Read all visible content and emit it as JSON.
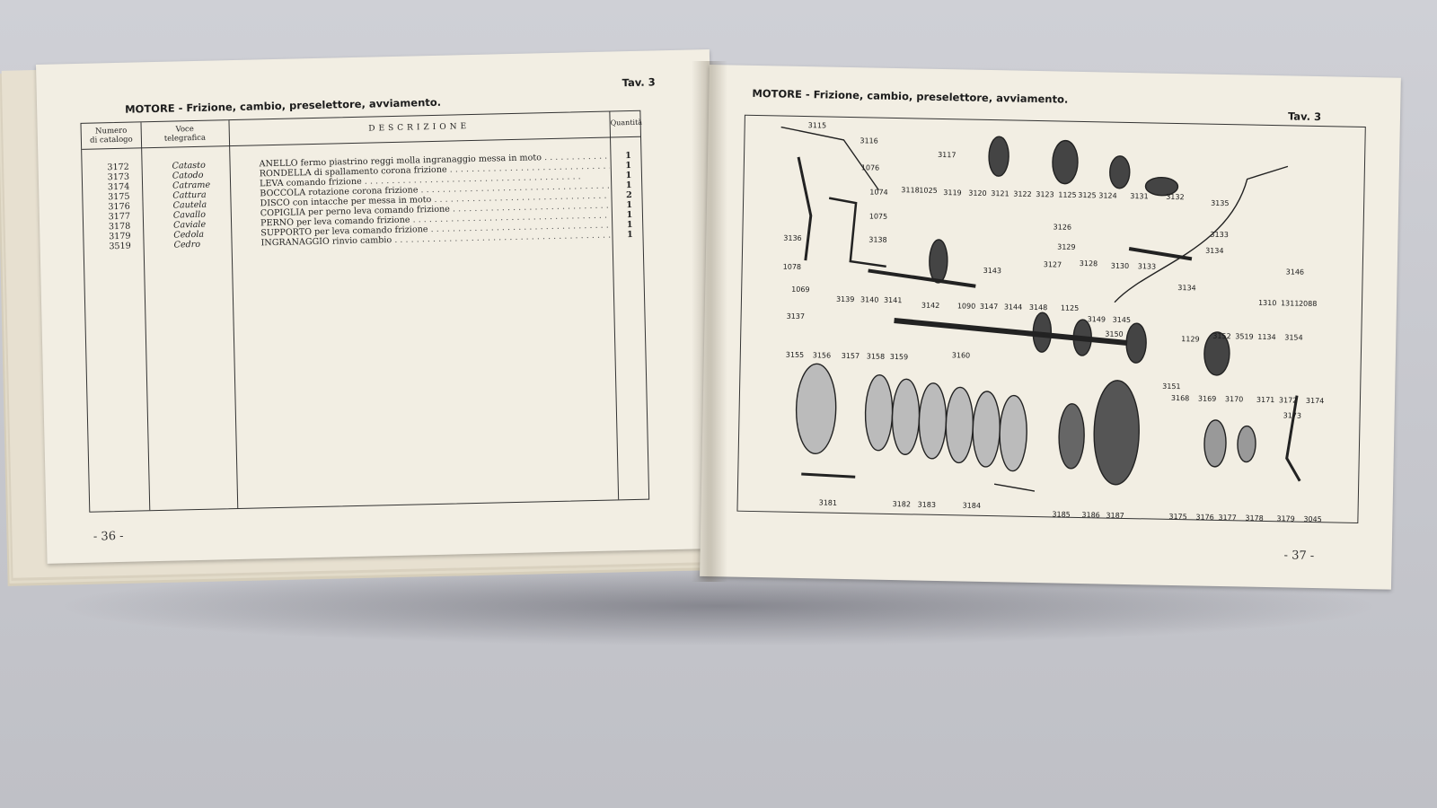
{
  "left_page": {
    "header": "MOTORE - Frizione, cambio, preselettore, avviamento.",
    "tav": "Tav. 3",
    "columns": {
      "numero": "Numero\ndi catalogo",
      "voce": "Voce\ntelegrafica",
      "descrizione": "DESCRIZIONE",
      "quantita": "Quantità"
    },
    "rows": [
      {
        "num": "3172",
        "voce": "Catasto",
        "desc": "ANELLO fermo piastrino reggi molla ingranaggio messa in moto",
        "qty": "1"
      },
      {
        "num": "3173",
        "voce": "Catodo",
        "desc": "RONDELLA di spallamento corona frizione",
        "qty": "1"
      },
      {
        "num": "3174",
        "voce": "Catrame",
        "desc": "LEVA comando frizione",
        "qty": "1"
      },
      {
        "num": "3175",
        "voce": "Cattura",
        "desc": "BOCCOLA rotazione corona frizione",
        "qty": "1"
      },
      {
        "num": "3176",
        "voce": "Cautela",
        "desc": "DISCO con intacche per messa in moto",
        "qty": "2"
      },
      {
        "num": "3177",
        "voce": "Cavallo",
        "desc": "COPIGLIA per perno leva comando frizione",
        "qty": "1"
      },
      {
        "num": "3178",
        "voce": "Caviale",
        "desc": "PERNO per leva comando frizione",
        "qty": "1"
      },
      {
        "num": "3179",
        "voce": "Cedola",
        "desc": "SUPPORTO per leva comando frizione",
        "qty": "1"
      },
      {
        "num": "3519",
        "voce": "Cedro",
        "desc": "INGRANAGGIO rinvio cambio",
        "qty": "1"
      }
    ],
    "page_number": "- 36 -"
  },
  "right_page": {
    "header": "MOTORE - Frizione, cambio, preselettore, avviamento.",
    "tav": "Tav. 3",
    "part_labels": [
      "3115",
      "3116",
      "3117",
      "1076",
      "1074",
      "1075",
      "3118",
      "1025",
      "3119",
      "3120",
      "3121",
      "3122",
      "3123",
      "1125",
      "3125",
      "3124",
      "3131",
      "3132",
      "3135",
      "3126",
      "3133",
      "3136",
      "3138",
      "3129",
      "3128",
      "3127",
      "3130",
      "3133",
      "3134",
      "3146",
      "1078",
      "3143",
      "3134",
      "1069",
      "3139",
      "3140",
      "3141",
      "3142",
      "1090",
      "3147",
      "3144",
      "3148",
      "1125",
      "3149",
      "3145",
      "1310",
      "1311",
      "2088",
      "3137",
      "3150",
      "1129",
      "3152",
      "3519",
      "1134",
      "3154",
      "3155",
      "3156",
      "3157",
      "3158",
      "3159",
      "3160",
      "3151",
      "3168",
      "3169",
      "3170",
      "3171",
      "3172",
      "3174",
      "3173",
      "3181",
      "3182",
      "3183",
      "3184",
      "3185",
      "3186",
      "3187",
      "3175",
      "3176",
      "3177",
      "3178",
      "3179",
      "3045"
    ],
    "page_number": "- 37 -"
  }
}
